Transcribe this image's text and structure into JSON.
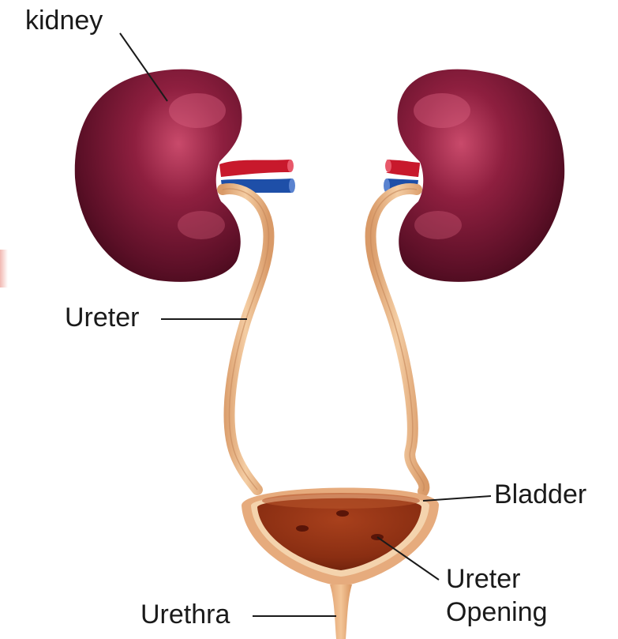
{
  "labels": {
    "kidney": "kidney",
    "ureter": "Ureter",
    "bladder": "Bladder",
    "ureter_opening_line1": "Ureter",
    "ureter_opening_line2": "Opening",
    "urethra": "Urethra"
  },
  "colors": {
    "kidney": "#6e1430",
    "artery": "#c8192c",
    "vein": "#1e4fa8",
    "ureter": "#e8b487",
    "bladder_wall": "#e6ab7d",
    "urine": "#8a2e12",
    "leader_line": "#1a1a1a"
  }
}
